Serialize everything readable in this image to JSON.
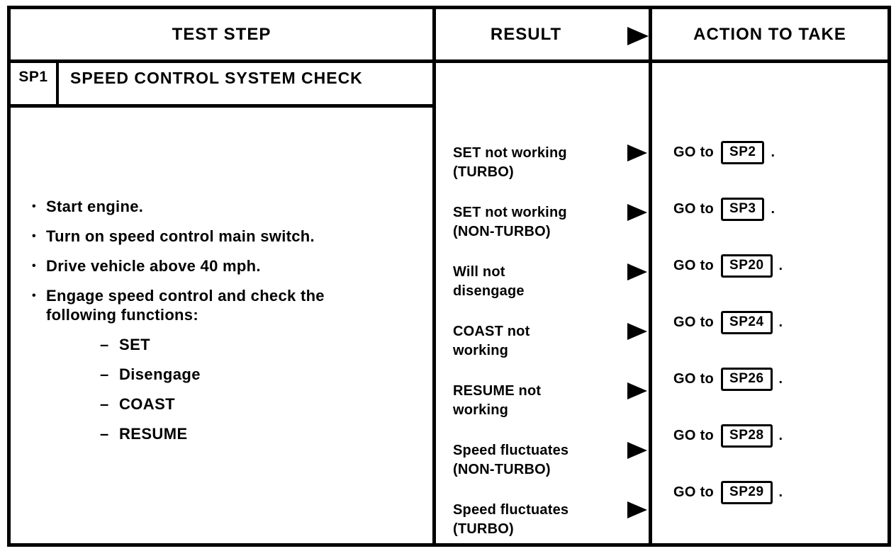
{
  "glyphs": {
    "bullet": "•",
    "dash": "–"
  },
  "icons": {
    "header_arrow": "right-pointer",
    "row_arrow": "right-pointer"
  },
  "colors": {
    "ink": "#000000",
    "paper": "#ffffff"
  },
  "header": {
    "test_step": "TEST STEP",
    "result": "RESULT",
    "action": "ACTION TO TAKE"
  },
  "step": {
    "code": "SP1",
    "title": "SPEED CONTROL SYSTEM CHECK"
  },
  "procedure": {
    "bullets": [
      "Start engine.",
      "Turn on speed control main switch.",
      "Drive vehicle above 40 mph.",
      "Engage speed control and check the following functions:"
    ],
    "functions": [
      "SET",
      "Disengage",
      "COAST",
      "RESUME"
    ]
  },
  "rows": [
    {
      "result_1": "SET not working",
      "result_2": "(TURBO)",
      "go": "GO to",
      "target": "SP2",
      "suffix": "."
    },
    {
      "result_1": "SET not working",
      "result_2": "(NON-TURBO)",
      "go": "GO to",
      "target": "SP3",
      "suffix": "."
    },
    {
      "result_1": "Will not",
      "result_2": "disengage",
      "go": "GO to",
      "target": "SP20",
      "suffix": "."
    },
    {
      "result_1": "COAST not",
      "result_2": "working",
      "go": "GO to",
      "target": "SP24",
      "suffix": "."
    },
    {
      "result_1": "RESUME not",
      "result_2": "working",
      "go": "GO to",
      "target": "SP26",
      "suffix": "."
    },
    {
      "result_1": "Speed fluctuates",
      "result_2": "(NON-TURBO)",
      "go": "GO to",
      "target": "SP28",
      "suffix": "."
    },
    {
      "result_1": "Speed fluctuates",
      "result_2": "(TURBO)",
      "go": "GO to",
      "target": "SP29",
      "suffix": "."
    }
  ]
}
